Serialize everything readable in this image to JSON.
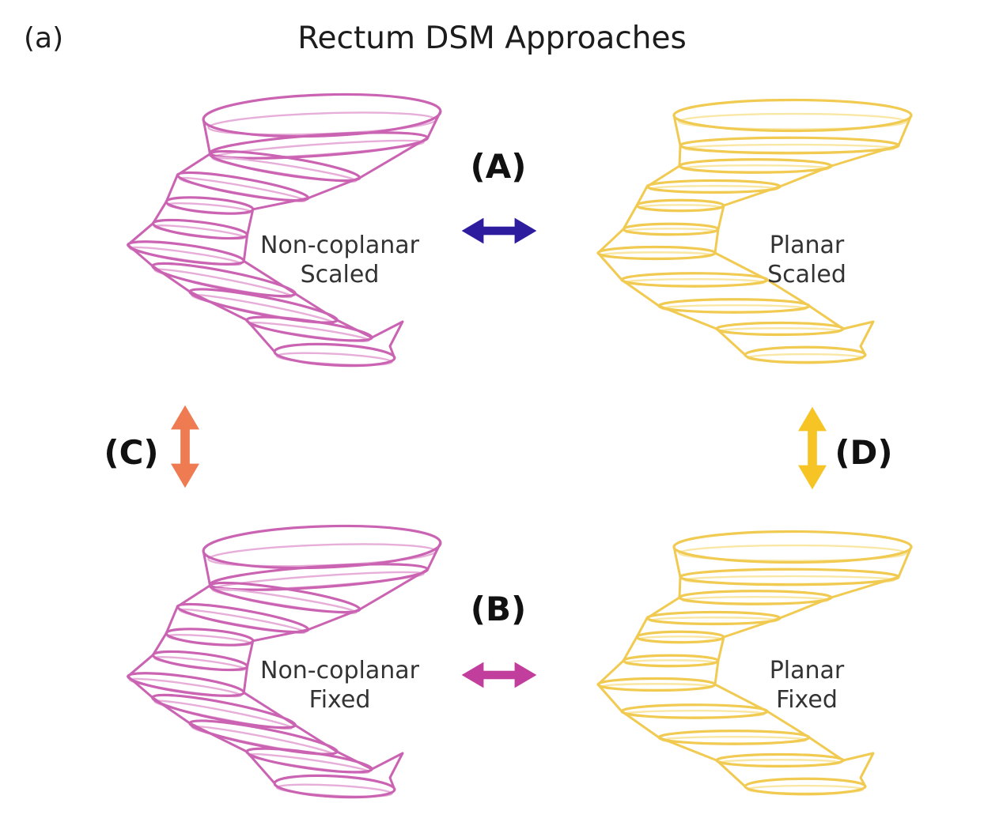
{
  "panel_label": "(a)",
  "title": "Rectum DSM Approaches",
  "colors": {
    "noncoplanar": "#cb63b3",
    "noncoplanar_light": "#e6aed8",
    "planar": "#f1ca52",
    "planar_light": "#f9e7a6",
    "arrow_a": "#2d1d9e",
    "arrow_b": "#c13e9c",
    "arrow_c": "#ee7b51",
    "arrow_d": "#f6c525",
    "shape_label_text": "#333333"
  },
  "shapes": {
    "top_left": {
      "label_line1": "Non-coplanar",
      "label_line2": "Scaled"
    },
    "top_right": {
      "label_line1": "Planar",
      "label_line2": "Scaled"
    },
    "bottom_left": {
      "label_line1": "Non-coplanar",
      "label_line2": "Fixed"
    },
    "bottom_right": {
      "label_line1": "Planar",
      "label_line2": "Fixed"
    }
  },
  "arrows": {
    "a": {
      "label": "(A)",
      "orientation": "horizontal"
    },
    "b": {
      "label": "(B)",
      "orientation": "horizontal"
    },
    "c": {
      "label": "(C)",
      "orientation": "vertical"
    },
    "d": {
      "label": "(D)",
      "orientation": "vertical"
    }
  }
}
